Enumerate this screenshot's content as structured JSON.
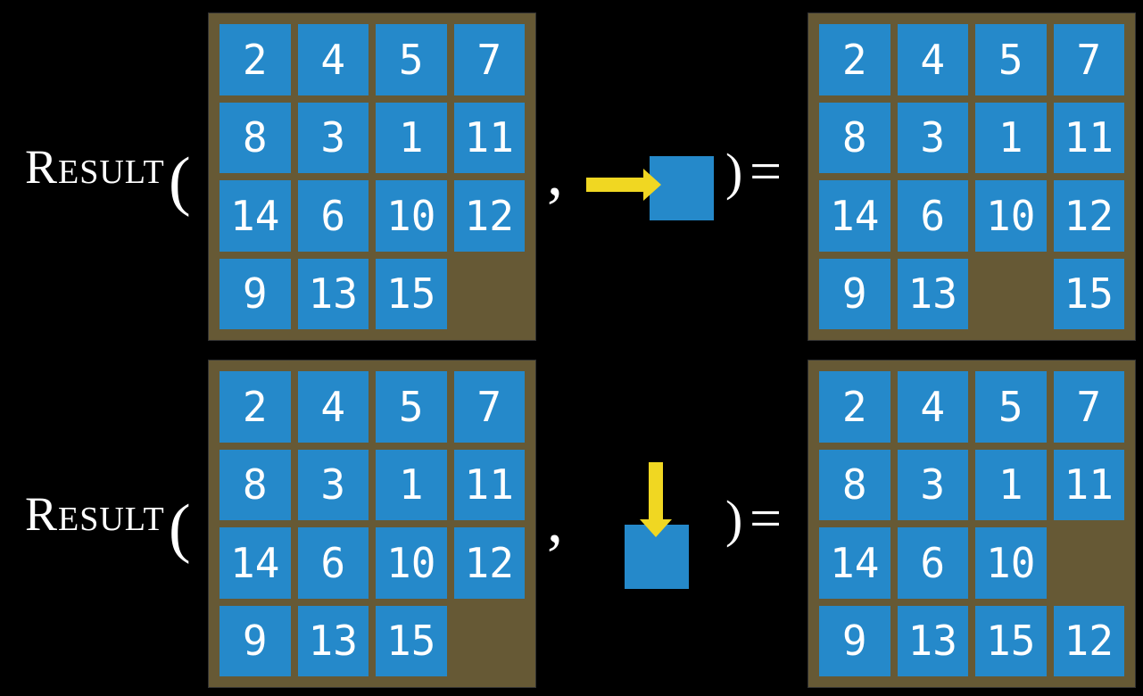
{
  "figure": {
    "description": "Sliding-tile puzzle RESULT function: applying a move action to a board state yields a new board state",
    "function_name": "Result",
    "open_paren": "(",
    "comma": ",",
    "close_paren": ")",
    "equals": "=",
    "examples": [
      {
        "id": "move-right",
        "action": {
          "direction": "right",
          "icon": "right-arrow-into-tile"
        },
        "state_before": {
          "rows": [
            [
              "2",
              "4",
              "5",
              "7"
            ],
            [
              "8",
              "3",
              "1",
              "11"
            ],
            [
              "14",
              "6",
              "10",
              "12"
            ],
            [
              "9",
              "13",
              "15",
              ""
            ]
          ],
          "blank_cell": "row4-col4"
        },
        "state_after": {
          "rows": [
            [
              "2",
              "4",
              "5",
              "7"
            ],
            [
              "8",
              "3",
              "1",
              "11"
            ],
            [
              "14",
              "6",
              "10",
              "12"
            ],
            [
              "9",
              "13",
              "",
              "15"
            ]
          ],
          "blank_cell": "row4-col3"
        }
      },
      {
        "id": "move-down",
        "action": {
          "direction": "down",
          "icon": "down-arrow-into-tile"
        },
        "state_before": {
          "rows": [
            [
              "2",
              "4",
              "5",
              "7"
            ],
            [
              "8",
              "3",
              "1",
              "11"
            ],
            [
              "14",
              "6",
              "10",
              "12"
            ],
            [
              "9",
              "13",
              "15",
              ""
            ]
          ],
          "blank_cell": "row4-col4"
        },
        "state_after": {
          "rows": [
            [
              "2",
              "4",
              "5",
              "7"
            ],
            [
              "8",
              "3",
              "1",
              "11"
            ],
            [
              "14",
              "6",
              "10",
              ""
            ],
            [
              "9",
              "13",
              "15",
              "12"
            ]
          ],
          "blank_cell": "row3-col4"
        }
      }
    ],
    "colors": {
      "background": "#000000",
      "board": "#665935",
      "tile": "#2589CA",
      "tile_text": "#FFFFFF",
      "arrow": "#F0D722",
      "label_text": "#FFFFFF"
    }
  }
}
